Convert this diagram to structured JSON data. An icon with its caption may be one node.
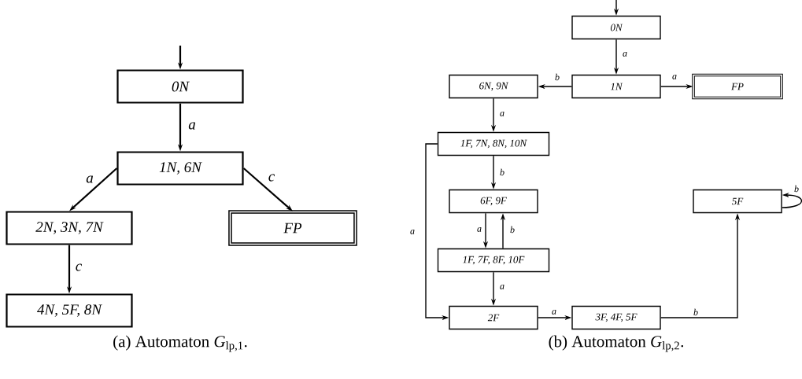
{
  "diagram": {
    "nodes": [
      {
        "text": [
          "0N"
        ]
      },
      {
        "text": [
          "1N, 6N"
        ]
      },
      {
        "text": [
          "2N, 3N, 7N"
        ]
      },
      {
        "text": [
          "FP"
        ]
      },
      {
        "text": [
          "4N, 5F, 8N"
        ]
      },
      {
        "text": [
          "0N"
        ]
      },
      {
        "text": [
          "6N, 9N"
        ]
      },
      {
        "text": [
          "1N"
        ]
      },
      {
        "text": [
          "FP"
        ]
      },
      {
        "text": [
          "1F, 7N, 8N, 10N"
        ]
      },
      {
        "text": [
          "6F, 9F"
        ]
      },
      {
        "text": [
          "5F"
        ]
      },
      {
        "text": [
          "1F, 7F, 8F, 10F"
        ]
      },
      {
        "text": [
          "2F"
        ]
      },
      {
        "text": [
          "3F, 4F, 5F"
        ]
      }
    ],
    "edges": [
      {
        "from": null,
        "to": 0,
        "arrow": "to"
      },
      {
        "from": 0,
        "to": 1,
        "arrow": "to",
        "label": "a"
      },
      {
        "from": 1,
        "to": 2,
        "arrow": "to",
        "label": "a"
      },
      {
        "from": 1,
        "to": 3,
        "arrow": "to",
        "label": "c"
      },
      {
        "from": 2,
        "to": 4,
        "arrow": "to",
        "label": "c"
      },
      {
        "from": null,
        "to": 5,
        "arrow": "to"
      },
      {
        "from": 5,
        "to": 7,
        "arrow": "to",
        "label": "a"
      },
      {
        "from": 7,
        "to": 6,
        "arrow": "to",
        "label": "b"
      },
      {
        "from": 7,
        "to": 8,
        "arrow": "to",
        "label": "a"
      },
      {
        "from": 6,
        "to": 9,
        "arrow": "to",
        "label": "a"
      },
      {
        "from": 9,
        "to": 10,
        "arrow": "to",
        "label": "b"
      },
      {
        "from": 10,
        "to": 12,
        "arrow": "to",
        "label": "a"
      },
      {
        "from": 12,
        "to": 10,
        "arrow": "to",
        "label": "b"
      },
      {
        "from": 9,
        "to": 13,
        "arrow": "to",
        "label": "a"
      },
      {
        "from": 12,
        "to": 13,
        "arrow": "to",
        "label": "a"
      },
      {
        "from": 13,
        "to": 14,
        "arrow": "to",
        "label": "a"
      },
      {
        "from": 14,
        "to": 11,
        "arrow": "to",
        "label": "b"
      },
      {
        "from": 11,
        "to": 11,
        "arrow": "to",
        "label": "b"
      }
    ],
    "labels": [
      "(a) Automaton *G*$_{lp,1}$.",
      "(b) Automaton *G*$_{lp,2}$."
    ]
  }
}
